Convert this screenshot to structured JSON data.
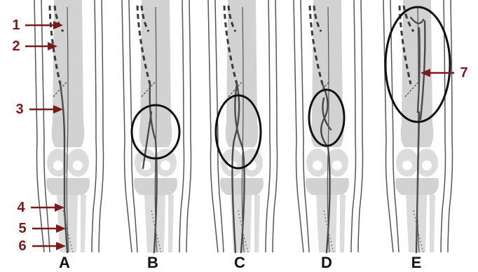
{
  "panels": [
    {
      "letter": "A",
      "circled": false
    },
    {
      "letter": "B",
      "circled": true
    },
    {
      "letter": "C",
      "circled": true
    },
    {
      "letter": "D",
      "circled": true
    },
    {
      "letter": "E",
      "circled": true
    }
  ],
  "callouts": [
    {
      "number": "1",
      "side": "left"
    },
    {
      "number": "2",
      "side": "left"
    },
    {
      "number": "3",
      "side": "left"
    },
    {
      "number": "4",
      "side": "left"
    },
    {
      "number": "5",
      "side": "left"
    },
    {
      "number": "6",
      "side": "left"
    },
    {
      "number": "7",
      "side": "right"
    }
  ],
  "colors": {
    "callout": "#7a1a1a",
    "bone": "#d2d2d2",
    "line": "#444444",
    "ring": "#111111"
  }
}
